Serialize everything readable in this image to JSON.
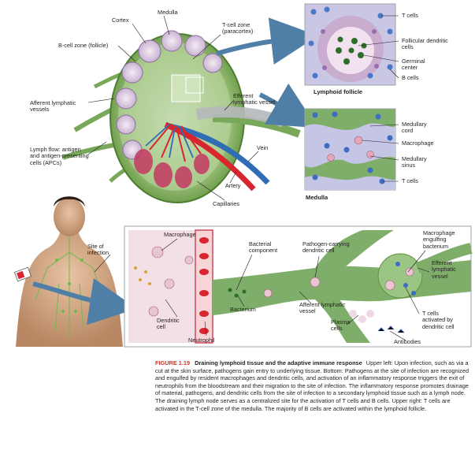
{
  "top": {
    "node_labels": {
      "medulla": "Medulla",
      "cortex": "Cortex",
      "t_cell_zone": "T-cell zone\n(paracortex)",
      "b_cell_zone": "B-cell zone (follicle)",
      "afferent": "Afferent lymphatic\nvessels",
      "lymph_flow": "Lymph flow: antigen\nand antigen-presenting\ncells (APCs)",
      "efferent": "Efferent\nlymphatic vessel",
      "vein": "Vein",
      "artery": "Artery",
      "capillaries": "Capillaries"
    },
    "follicle_panel": {
      "title": "Lymphoid follicle",
      "labels": {
        "t_cells": "T cells",
        "fdc": "Follicular dendritic\ncells",
        "germinal": "Germinal\ncenter",
        "b_cells": "B cells"
      }
    },
    "medulla_panel": {
      "title": "Medulla",
      "labels": {
        "cord": "Medullary\ncord",
        "macrophage": "Macrophage",
        "sinus": "Medullary\nsinus",
        "t_cells": "T cells"
      }
    }
  },
  "bottom": {
    "site_label": "Site of\ninfection",
    "labels": {
      "macrophage": "Macrophage",
      "bacterial_component": "Bacterial\ncomponent",
      "pathogen_dc": "Pathogen-carrying\ndendritic cell",
      "macrophage_engulfing": "Macrophage\nengulfing\nbacterium",
      "efferent": "Efferent\nlymphatic\nvessel",
      "bacterium": "Bacterium",
      "afferent": "Afferent lymphatic\nvessel",
      "dendritic": "Dendritic\ncell",
      "plasma": "Plasma\ncells",
      "t_activated": "T cells\nactivated by\ndendritic cell",
      "antibodies": "Antibodies",
      "neutrophil": "Neutrophil"
    }
  },
  "caption": {
    "figure": "FIGURE 1.19",
    "title": "Draining lymphoid tissue and the adaptive immune response",
    "text": "Upper left: Upon infection, such as via a cut at the skin surface, pathogens gain entry to underlying tissue. Bottom: Pathogens at the site of infection are recognized and engulfed by resident macrophages and dendritic cells, and activation of an inflammatory response triggers the exit of neutrophils from the bloodstream and their migration to the site of infection. The inflammatory response promotes drainage of material, pathogens, and dendritic cells from the site of infection to a secondary lymphoid tissue such as a lymph node. The draining lymph node serves as a centralized site for the activation of T cells and B cells. Upper right: T cells are activated in the T-cell zone of the medulla. The majority of B cells are activated within the lymphoid follicle."
  },
  "colors": {
    "accent_red": "#c0392b",
    "lymph_green": "#6aa84f",
    "vein_blue": "#2f6db5",
    "artery_red": "#d7262e",
    "panel_border": "#9aa3a8",
    "arrow_blue": "#4f7fa6"
  }
}
